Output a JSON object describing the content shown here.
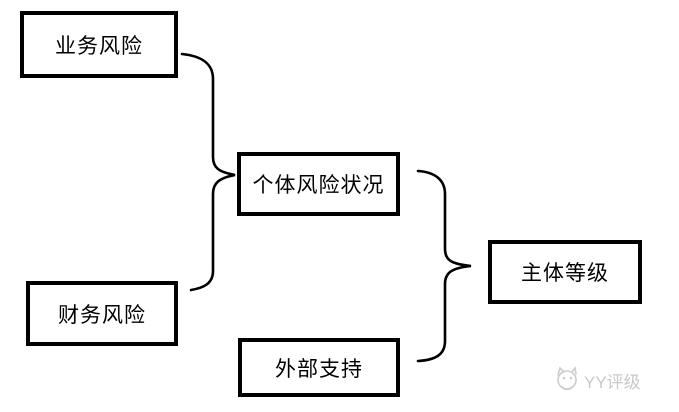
{
  "diagram": {
    "title": "credit-rating-methodology-flow",
    "nodes": [
      {
        "id": "business-risk",
        "label": "业务风险"
      },
      {
        "id": "financial-risk",
        "label": "财务风险"
      },
      {
        "id": "individual-risk",
        "label": "个体风险状况"
      },
      {
        "id": "external-support",
        "label": "外部支持"
      },
      {
        "id": "issuer-rating",
        "label": "主体等级"
      }
    ],
    "connectors": [
      {
        "id": "left-brace",
        "type": "curly-brace",
        "joins": [
          "业务风险",
          "财务风险"
        ],
        "points_to": "个体风险状况"
      },
      {
        "id": "right-brace",
        "type": "curly-brace",
        "joins": [
          "个体风险状况",
          "外部支持"
        ],
        "points_to": "主体等级"
      }
    ],
    "colors": {
      "background": "#ffffff",
      "node_border": "#000000",
      "node_text": "#000000",
      "connector": "#000000",
      "watermark": "#c9c9c9"
    }
  },
  "watermark": {
    "label": "YY评级"
  }
}
